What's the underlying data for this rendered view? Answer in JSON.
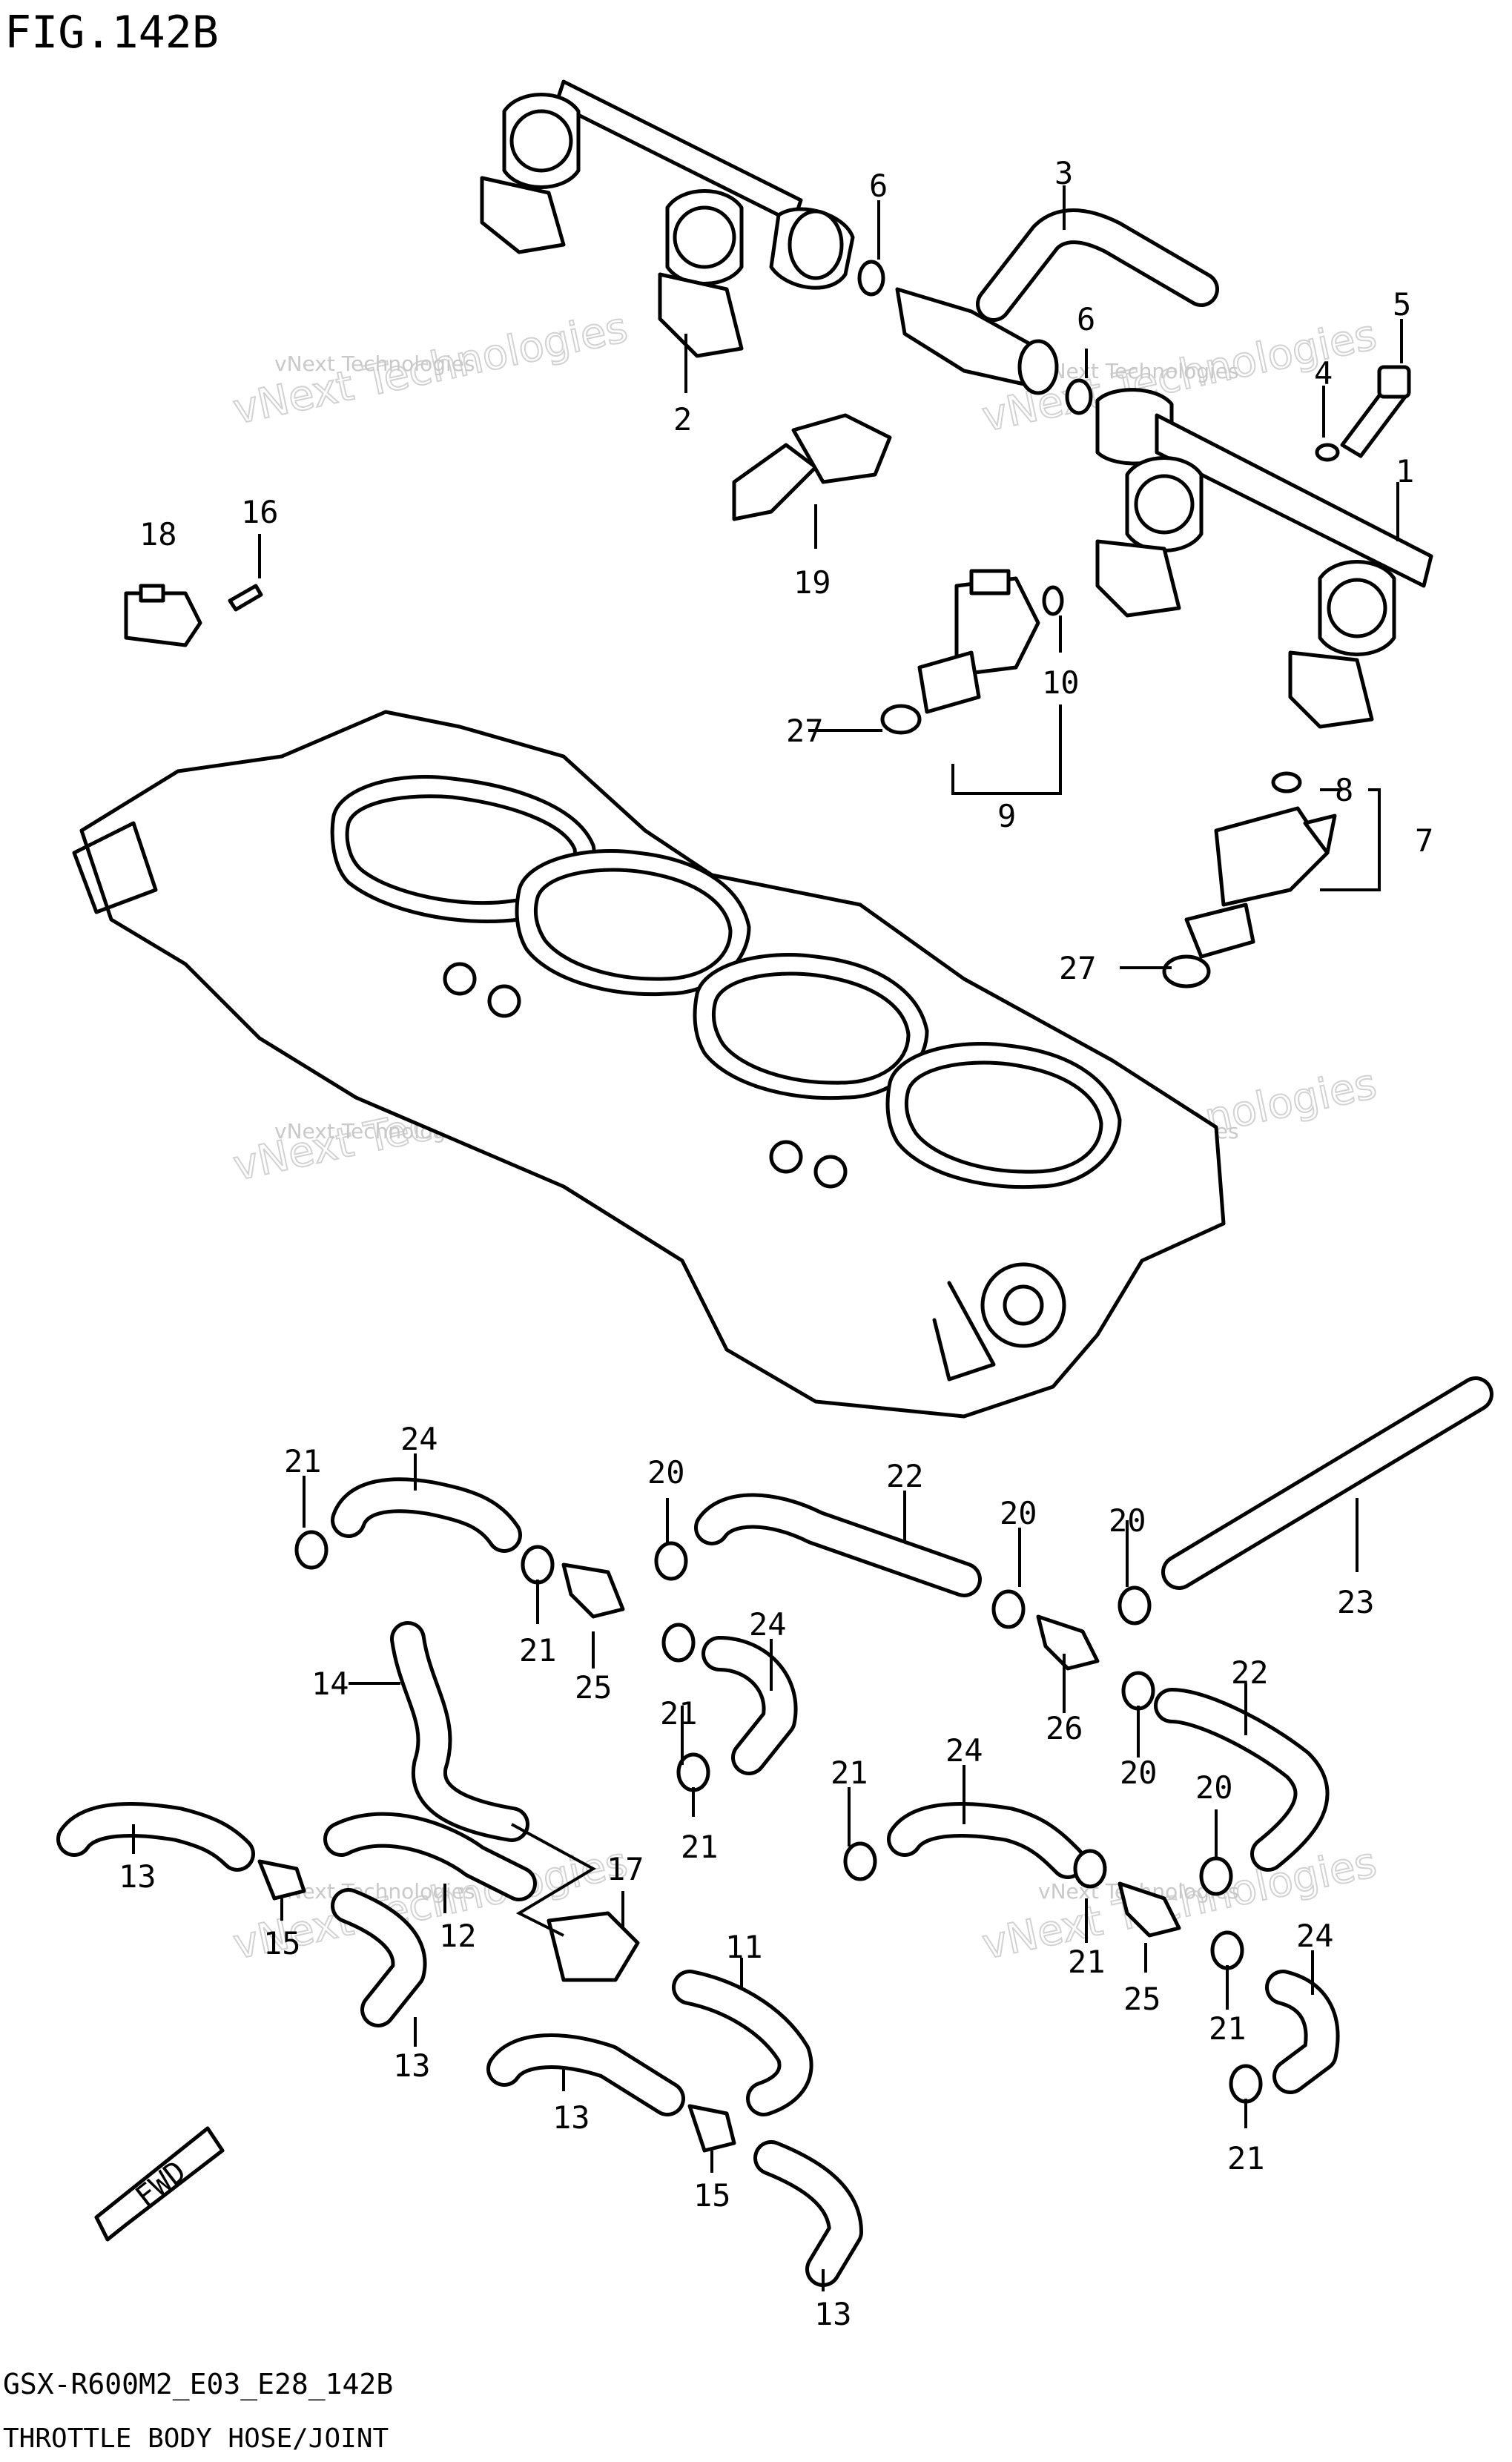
{
  "figure": {
    "title": "FIG.142B",
    "code": "GSX-R600M2_E03_E28_142B",
    "caption": "THROTTLE BODY HOSE/JOINT",
    "fwd_label": "FWD"
  },
  "watermark": {
    "line1": "vNext Technologies",
    "line2": "vNext Technologies"
  },
  "callouts": {
    "c1": "1",
    "c2": "2",
    "c3": "3",
    "c4": "4",
    "c5": "5",
    "c6a": "6",
    "c6b": "6",
    "c7": "7",
    "c8": "8",
    "c9": "9",
    "c10": "10",
    "c11": "11",
    "c12": "12",
    "c13a": "13",
    "c13b": "13",
    "c13c": "13",
    "c13d": "13",
    "c14": "14",
    "c15a": "15",
    "c15b": "15",
    "c16": "16",
    "c17": "17",
    "c18": "18",
    "c19": "19",
    "c20a": "20",
    "c20b": "20",
    "c20c": "20",
    "c20d": "20",
    "c20e": "20",
    "c21a": "21",
    "c21b": "21",
    "c21c": "21",
    "c21d": "21",
    "c21e": "21",
    "c21f": "21",
    "c21g": "21",
    "c21h": "21",
    "c22a": "22",
    "c22b": "22",
    "c23": "23",
    "c24a": "24",
    "c24b": "24",
    "c24c": "24",
    "c24d": "24",
    "c25a": "25",
    "c25b": "25",
    "c26": "26",
    "c27a": "27",
    "c27b": "27"
  }
}
